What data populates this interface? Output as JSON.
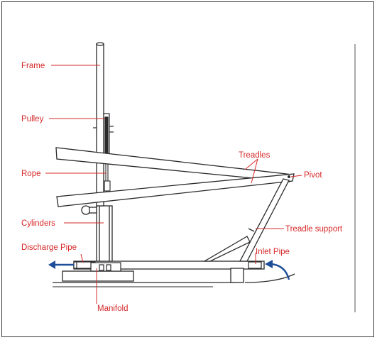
{
  "diagram": {
    "labels": {
      "frame": "Frame",
      "pulley": "Pulley",
      "rope": "Rope",
      "cylinders": "Cylinders",
      "discharge_pipe": "Discharge Pipe",
      "manifold": "Manifold",
      "treadles": "Treadles",
      "pivot": "Pivot",
      "treadle_support": "Treadle support",
      "inlet_pipe": "Inlet Pipe"
    },
    "colors": {
      "label": "#d62828",
      "line": "#2a2a2a",
      "arrow": "#1f4e99"
    }
  }
}
